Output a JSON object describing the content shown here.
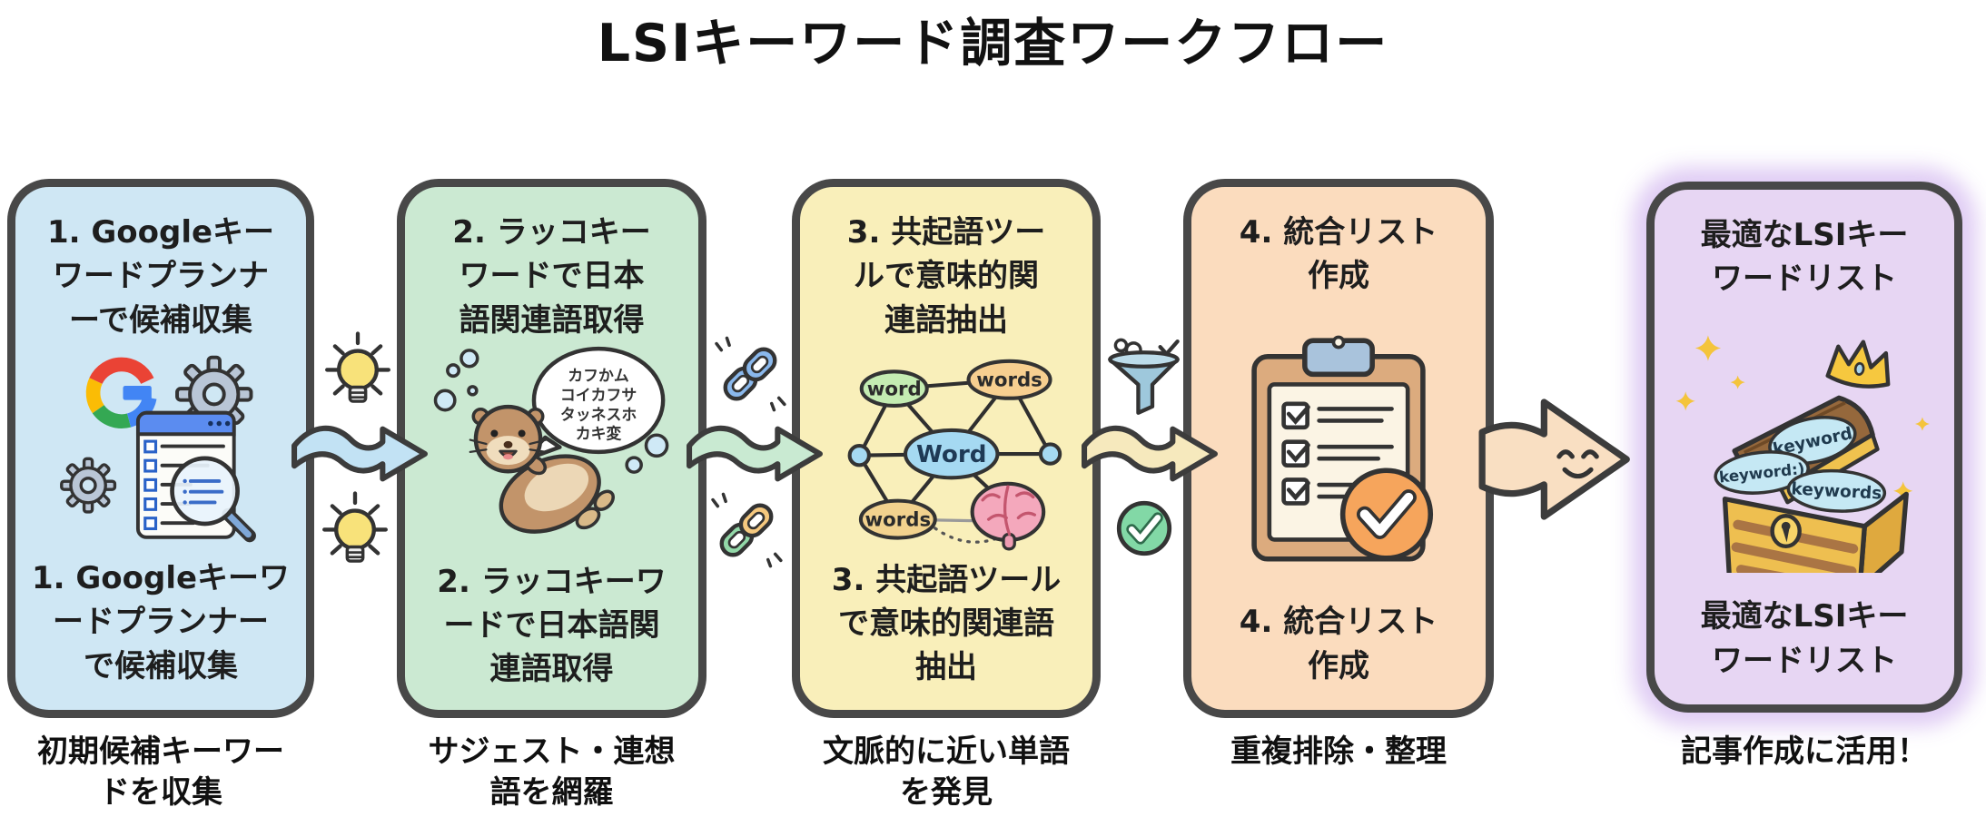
{
  "title": "LSIキーワード調査ワークフロー",
  "cards": [
    {
      "top_label": "1. Googleキー\nワードプランナ\nーで候補収集",
      "bottom_label": "1. Googleキーワ\nードプランナー\nで候補収集",
      "caption": "初期候補キーワー\nドを収集",
      "bg": "#cfe7f4"
    },
    {
      "top_label": "2. ラッコキー\nワードで日本\n語関連語取得",
      "bottom_label": "2. ラッコキーワ\nードで日本語関\n連語取得",
      "caption": "サジェスト・連想\n語を網羅",
      "bg": "#cbe9d2"
    },
    {
      "top_label": "3. 共起語ツー\nルで意味的関\n連語抽出",
      "bottom_label": "3. 共起語ツール\nで意味的関連語\n抽出",
      "caption": "文脈的に近い単語\nを発見",
      "bg": "#f9efba"
    },
    {
      "top_label": "4. 統合リスト\n作成",
      "bottom_label": "4. 統合リスト\n作成",
      "caption": "重複排除・整理",
      "bg": "#fbdcbe"
    },
    {
      "top_label": "最適なLSIキー\nワードリスト",
      "bottom_label": "最適なLSIキー\nワードリスト",
      "caption": "記事作成に活用！",
      "bg": "#e7d6f3"
    }
  ],
  "otter_bubble": {
    "l1": "カフかム",
    "l2": "コイカフサ",
    "l3": "タッネスホ",
    "l4": "カキ変"
  },
  "network": {
    "top_left": "word",
    "top_right": "words",
    "center": "Word",
    "bottom_left": "words"
  },
  "treasure": {
    "cloud1": "keyword",
    "cloud2": "keyword:)",
    "cloud3": "keywords"
  },
  "colors": {
    "outline": "#3c3c3c",
    "card_border": "#484848",
    "arrow1": "#c2e2f4",
    "arrow2": "#c9ead2",
    "arrow3": "#f6e9bd",
    "arrow4": "#f9dfc2",
    "google_red": "#ea4335",
    "google_yellow": "#fbbc05",
    "google_green": "#34a853",
    "google_blue": "#4285f4",
    "check_green": "#82d8a6",
    "check_orange": "#f6a55c"
  }
}
